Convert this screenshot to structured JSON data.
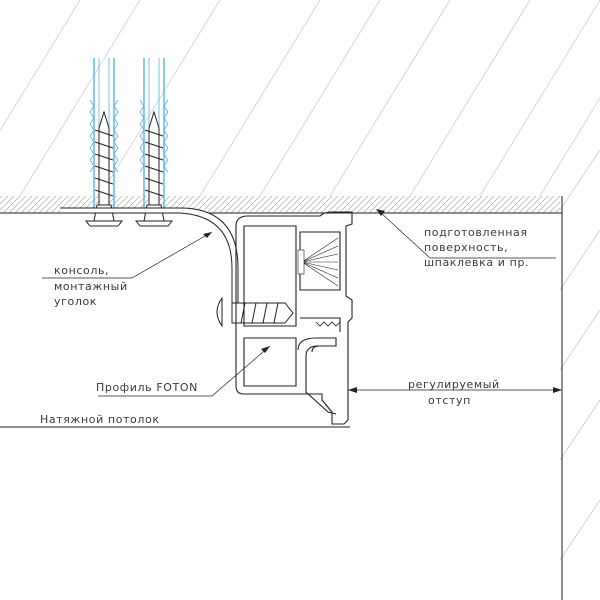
{
  "colors": {
    "line": "#222222",
    "hatch": "#cfcfcf",
    "fastener_glow": "#5ab0ef",
    "background": "#ffffff"
  },
  "labels": {
    "console": [
      "консоль,",
      "монтажный",
      "уголок"
    ],
    "surface": [
      "подготовленная",
      "поверхность,",
      "шпаклевка и пр."
    ],
    "profile": "Профиль FOTON",
    "ceiling": "Натяжной потолок",
    "offset": [
      "регулируемый",
      "отступ"
    ]
  }
}
